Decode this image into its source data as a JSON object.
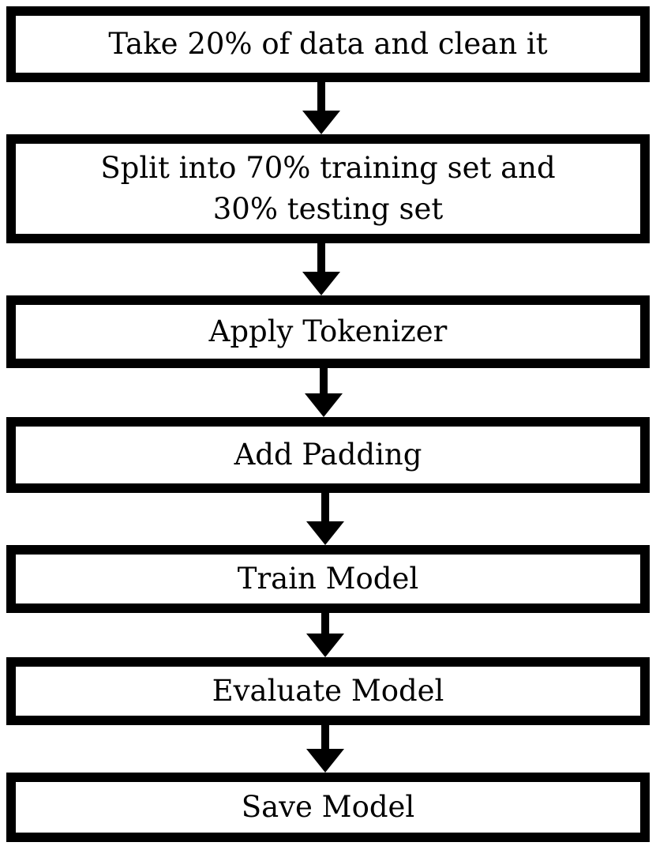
{
  "flow": {
    "steps": [
      {
        "label": "Take 20% of data and clean it"
      },
      {
        "label": "Split into 70% training set and 30% testing set"
      },
      {
        "label": "Apply Tokenizer"
      },
      {
        "label": "Add Padding"
      },
      {
        "label": "Train Model"
      },
      {
        "label": "Evaluate Model"
      },
      {
        "label": "Save Model"
      }
    ]
  }
}
